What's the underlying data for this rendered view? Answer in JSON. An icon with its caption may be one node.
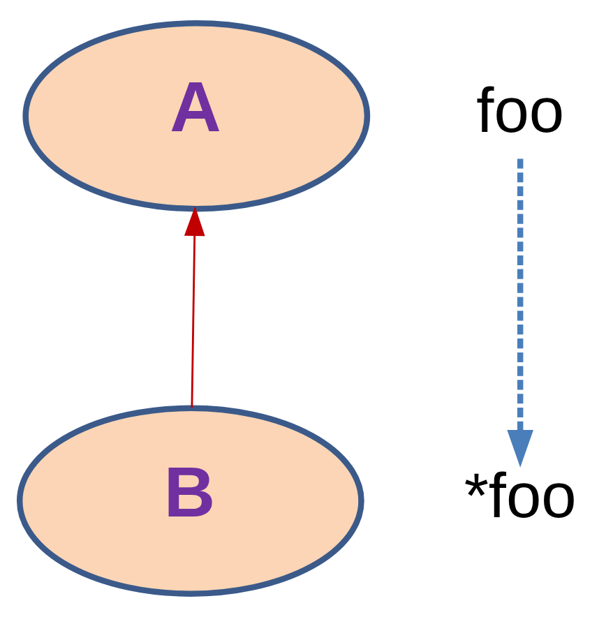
{
  "diagram": {
    "nodes": [
      {
        "text": [
          "A"
        ]
      },
      {
        "text": [
          "B"
        ]
      },
      {
        "text": [
          "foo"
        ]
      },
      {
        "text": [
          "*foo"
        ]
      }
    ],
    "edges": [
      {
        "from": 1,
        "to": 0,
        "arrow": "to",
        "color": "#c00000"
      },
      {
        "from": 2,
        "to": 3,
        "arrow": "to",
        "color": "#4a7ebb",
        "style": "dashed"
      }
    ]
  }
}
